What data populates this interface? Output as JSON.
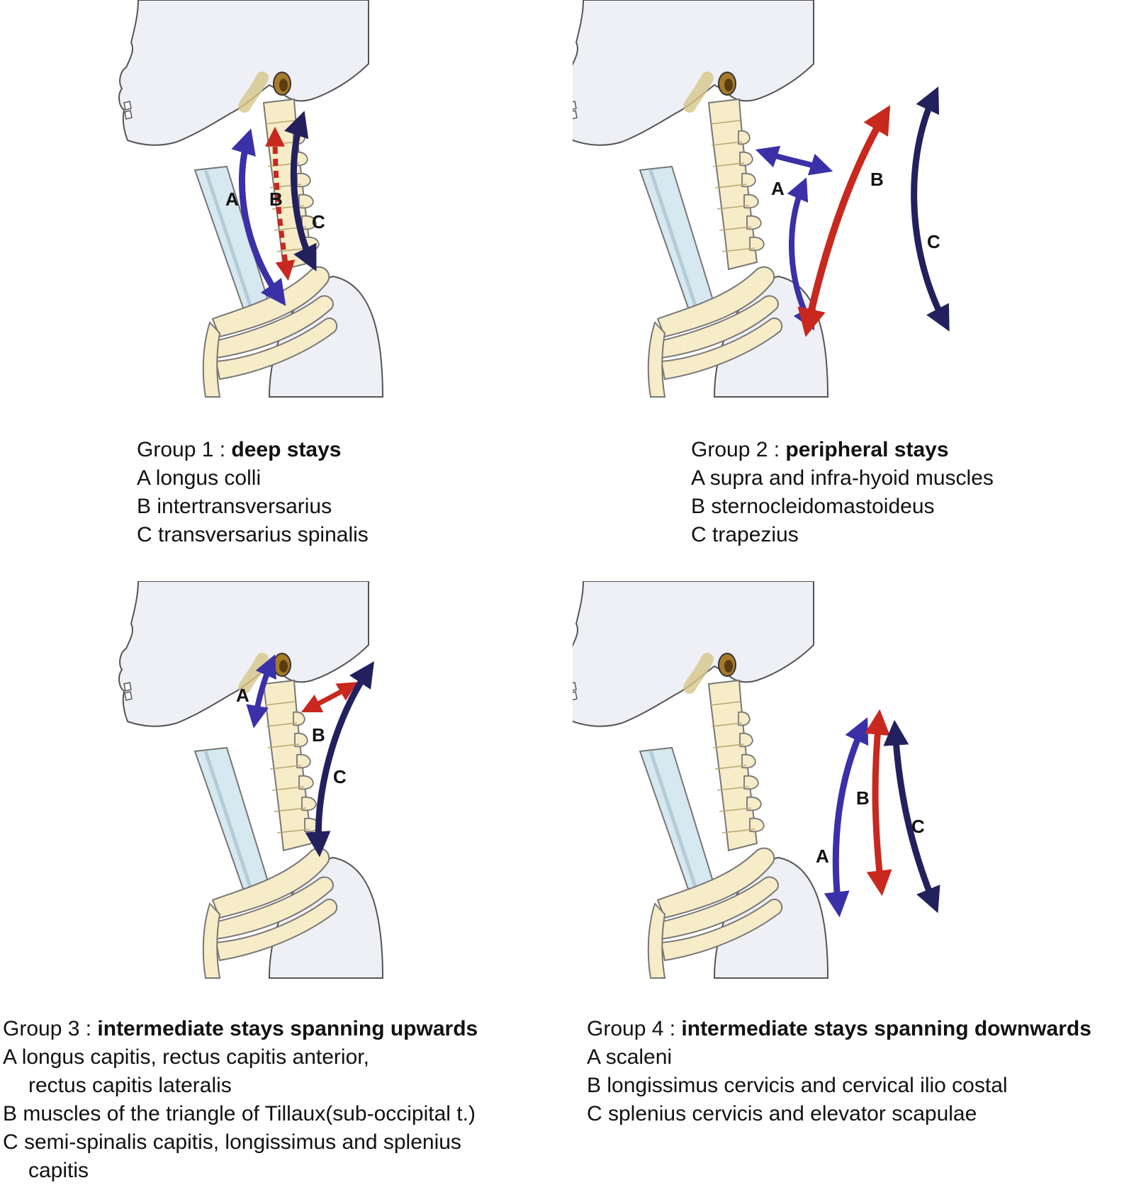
{
  "colors": {
    "red": "#c8281e",
    "blue": "#3a30a8",
    "navy": "#23205e",
    "bone": "#f7ecc8",
    "skull": "#eef0f5",
    "trachea": "#d6e8f0"
  },
  "groups": [
    {
      "prefix": "Group 1 : ",
      "title": "deep stays",
      "labels": [
        "A",
        "B",
        "C"
      ],
      "lines": [
        "A longus colli",
        "B intertransversarius",
        "C transversarius spinalis"
      ]
    },
    {
      "prefix": "Group 2 : ",
      "title": "peripheral stays",
      "labels": [
        "A",
        "B",
        "C"
      ],
      "lines": [
        "A supra and infra-hyoid muscles",
        "B sternocleidomastoideus",
        "C trapezius"
      ]
    },
    {
      "prefix": "Group 3 : ",
      "title": "intermediate stays spanning upwards",
      "labels": [
        "A",
        "B",
        "C"
      ],
      "lines": [
        "A longus capitis, rectus capitis anterior,",
        "rectus capitis lateralis",
        "B muscles of the triangle of Tillaux(sub-occipital t.)",
        "C semi-spinalis capitis, longissimus and splenius",
        "capitis"
      ]
    },
    {
      "prefix": "Group 4 : ",
      "title": "intermediate stays spanning downwards",
      "labels": [
        "A",
        "B",
        "C"
      ],
      "lines": [
        "A scaleni",
        "B longissimus cervicis and cervical ilio costal",
        "C splenius cervicis and elevator scapulae"
      ]
    }
  ]
}
